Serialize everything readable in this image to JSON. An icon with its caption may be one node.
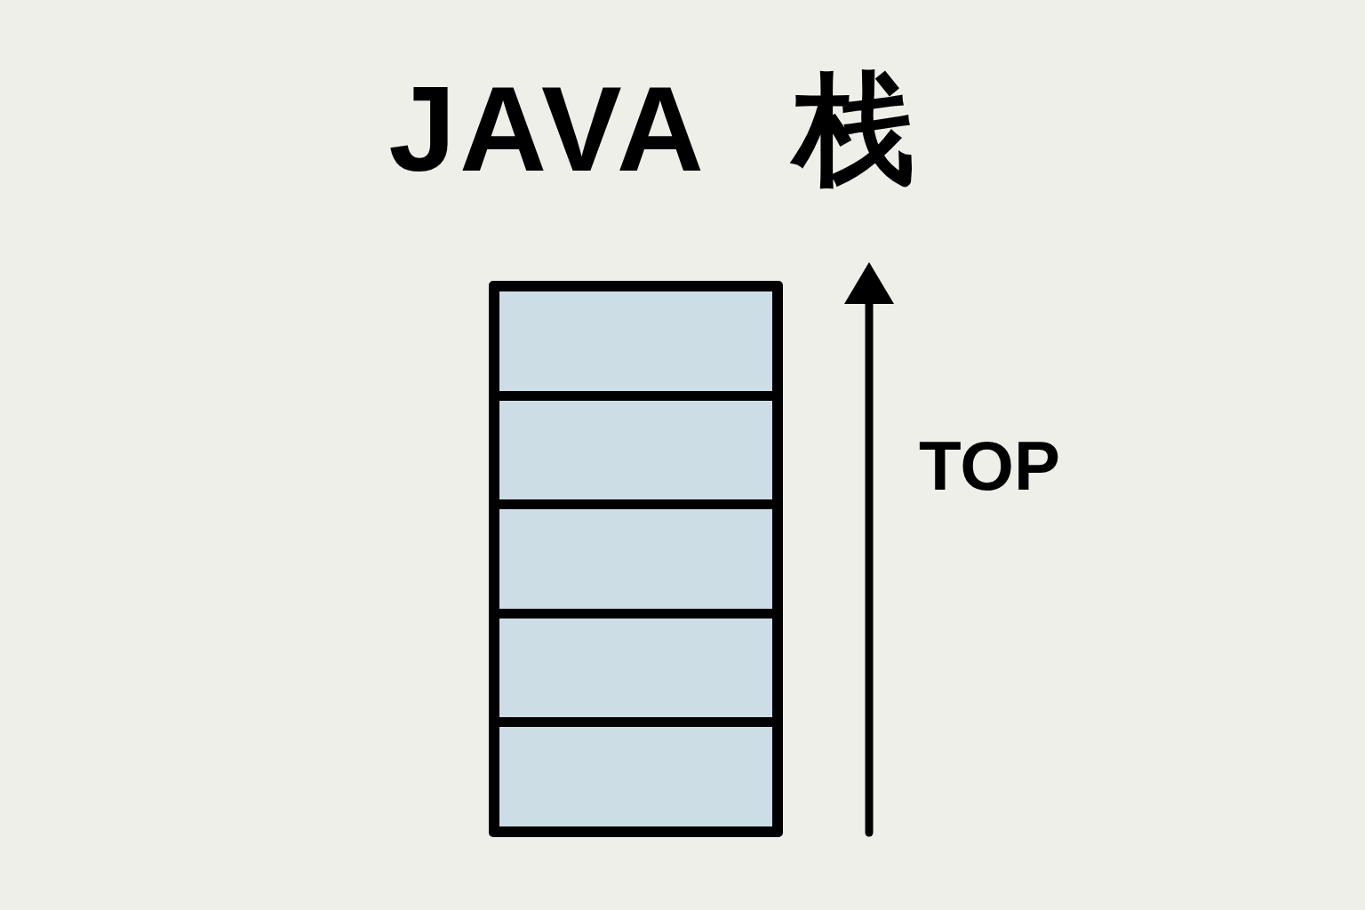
{
  "diagram": {
    "title": "JAVA 栈",
    "nodes": [
      {
        "text": [],
        "shape": "box"
      },
      {
        "text": [],
        "shape": "box",
        "in": 0
      },
      {
        "text": [],
        "shape": "box",
        "in": 0
      },
      {
        "text": [],
        "shape": "box",
        "in": 0
      },
      {
        "text": [],
        "shape": "box",
        "in": 0
      },
      {
        "text": [],
        "shape": "box",
        "in": 0
      }
    ],
    "edges": [],
    "labels": [
      "TOP"
    ]
  }
}
